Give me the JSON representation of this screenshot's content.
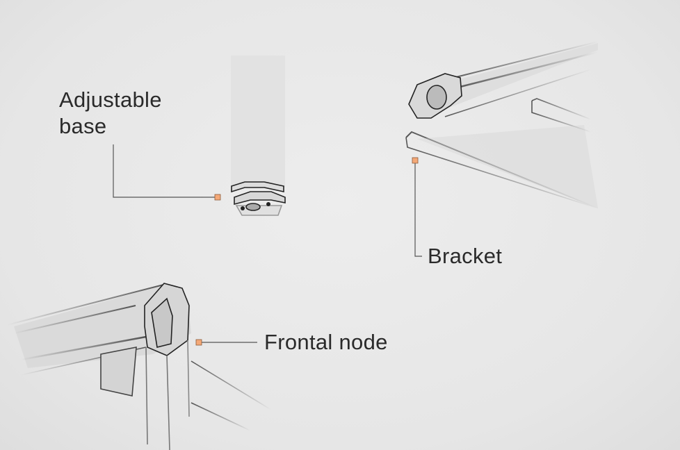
{
  "labels": {
    "adjustable_base": [
      "Adjustable",
      "base"
    ],
    "bracket": "Bracket",
    "frontal_node": "Frontal node"
  },
  "colors": {
    "marker": "#f4a877",
    "leader_line": "#555555",
    "text": "#2a2a2a"
  }
}
